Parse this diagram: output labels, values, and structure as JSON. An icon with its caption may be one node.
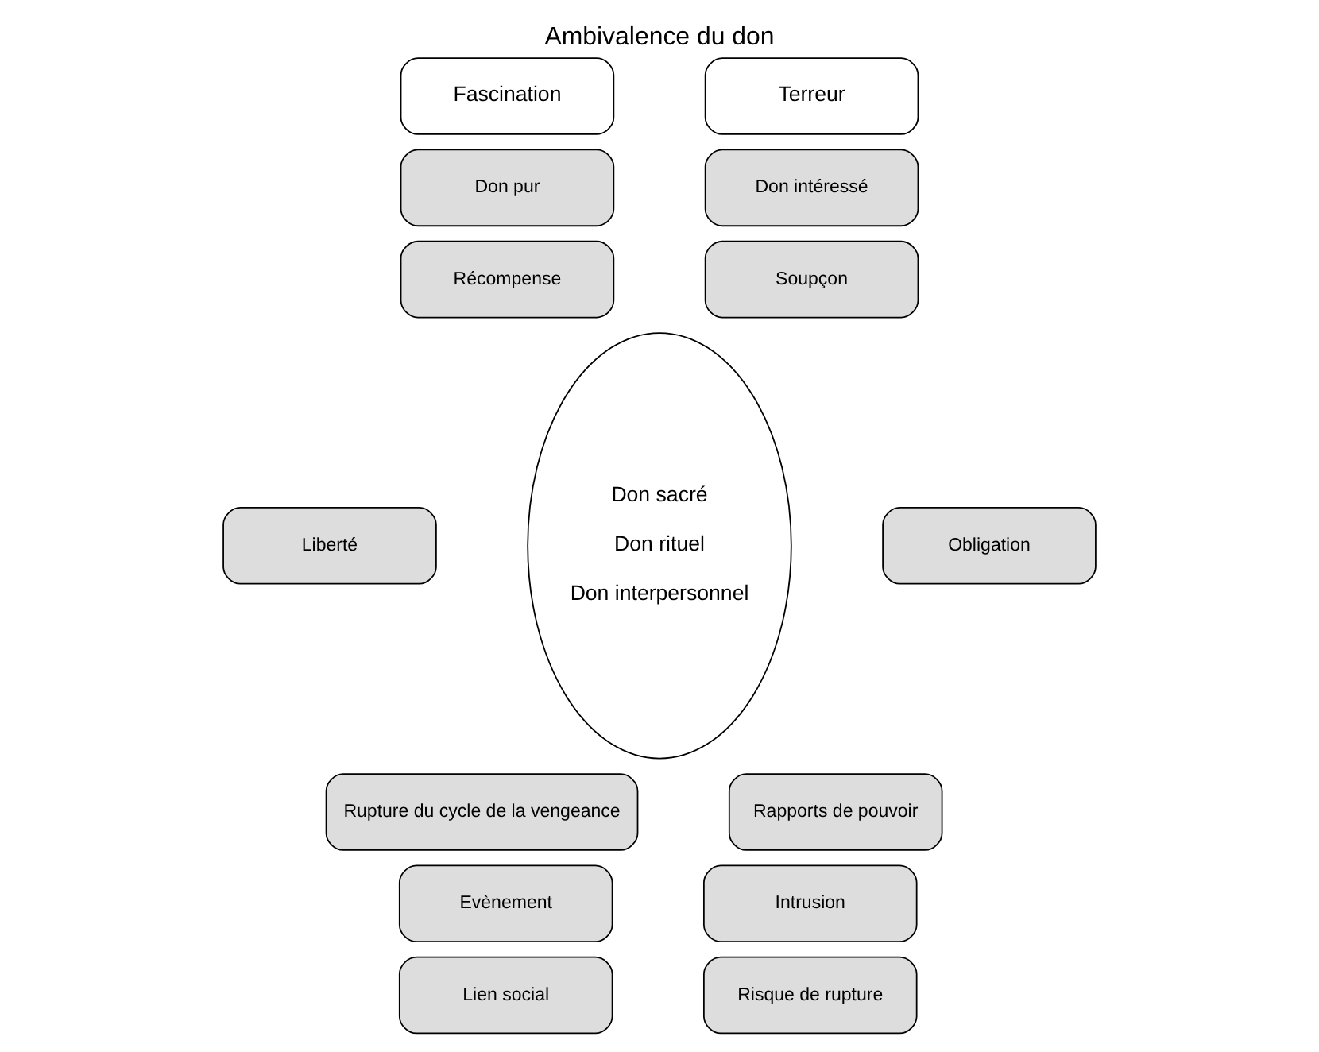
{
  "diagram": {
    "title": "Ambivalence du don",
    "nodes": [
      {
        "text": [
          "Fascination"
        ]
      },
      {
        "text": [
          "Don pur"
        ]
      },
      {
        "text": [
          "Récompense"
        ]
      },
      {
        "text": [
          "Liberté"
        ]
      },
      {
        "text": [
          "Rupture du cycle de la vengeance"
        ]
      },
      {
        "text": [
          "Evènement"
        ]
      },
      {
        "text": [
          "Lien social"
        ]
      },
      {
        "text": [
          "Don sacré",
          "Don rituel",
          "Don interpersonnel"
        ]
      },
      {
        "text": [
          "Terreur"
        ]
      },
      {
        "text": [
          "Don intéressé"
        ]
      },
      {
        "text": [
          "Soupçon"
        ]
      },
      {
        "text": [
          "Obligation"
        ]
      },
      {
        "text": [
          "Rapports de pouvoir"
        ]
      },
      {
        "text": [
          "Intrusion"
        ]
      },
      {
        "text": [
          "Risque de rupture"
        ]
      }
    ],
    "edges": []
  }
}
